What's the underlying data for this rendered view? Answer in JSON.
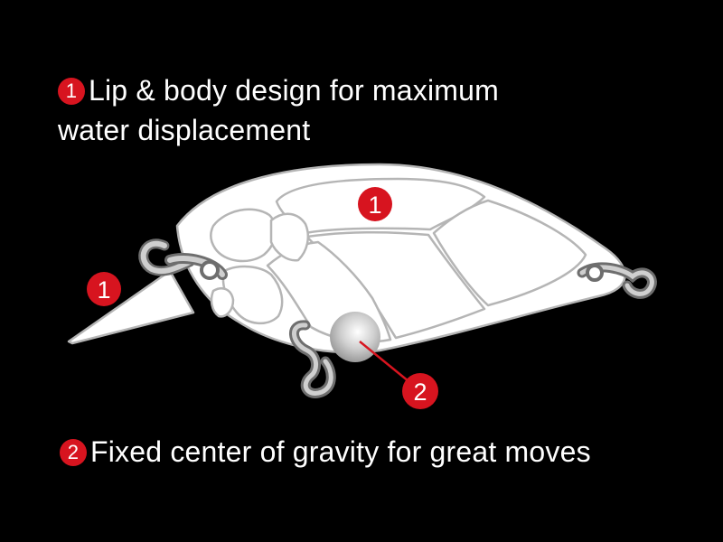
{
  "callouts": [
    {
      "number": "1",
      "line1": "Lip & body design for maximum",
      "line2": "water displacement"
    },
    {
      "number": "2",
      "line1": "Fixed center of gravity for great moves"
    }
  ],
  "markers": {
    "body": "1",
    "lip": "1",
    "weight": "2"
  },
  "colors": {
    "background": "#000000",
    "accent": "#d7141f",
    "outline": "#b5b5b5",
    "body_fill": "#ffffff"
  }
}
